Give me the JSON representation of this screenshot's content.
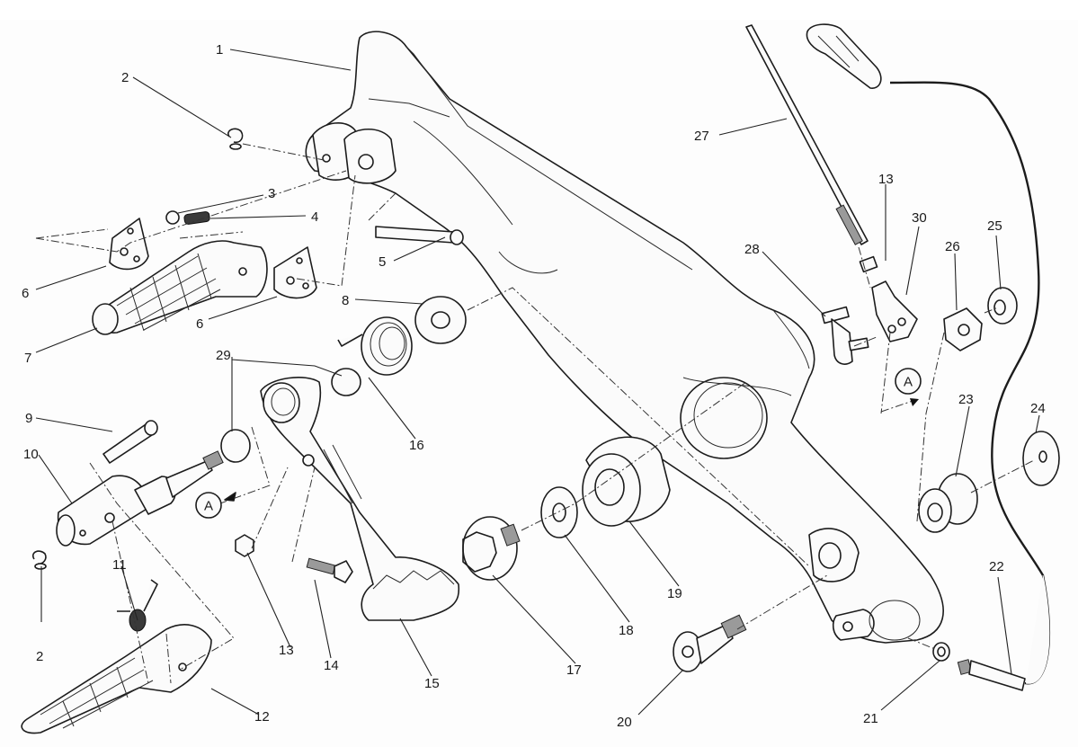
{
  "diagram": {
    "type": "exploded-parts-view",
    "subject": "footrest and gearchange/brake pedal assembly",
    "callouts": [
      {
        "id": "1",
        "label": "1"
      },
      {
        "id": "2a",
        "label": "2"
      },
      {
        "id": "2b",
        "label": "2"
      },
      {
        "id": "3",
        "label": "3"
      },
      {
        "id": "4",
        "label": "4"
      },
      {
        "id": "5",
        "label": "5"
      },
      {
        "id": "6a",
        "label": "6"
      },
      {
        "id": "6b",
        "label": "6"
      },
      {
        "id": "7",
        "label": "7"
      },
      {
        "id": "8",
        "label": "8"
      },
      {
        "id": "9",
        "label": "9"
      },
      {
        "id": "10",
        "label": "10"
      },
      {
        "id": "11",
        "label": "11"
      },
      {
        "id": "12",
        "label": "12"
      },
      {
        "id": "13a",
        "label": "13"
      },
      {
        "id": "13b",
        "label": "13"
      },
      {
        "id": "14",
        "label": "14"
      },
      {
        "id": "15",
        "label": "15"
      },
      {
        "id": "16",
        "label": "16"
      },
      {
        "id": "17",
        "label": "17"
      },
      {
        "id": "18",
        "label": "18"
      },
      {
        "id": "19",
        "label": "19"
      },
      {
        "id": "20",
        "label": "20"
      },
      {
        "id": "21",
        "label": "21"
      },
      {
        "id": "22",
        "label": "22"
      },
      {
        "id": "23",
        "label": "23"
      },
      {
        "id": "24",
        "label": "24"
      },
      {
        "id": "25",
        "label": "25"
      },
      {
        "id": "26",
        "label": "26"
      },
      {
        "id": "27",
        "label": "27"
      },
      {
        "id": "28",
        "label": "28"
      },
      {
        "id": "29",
        "label": "29"
      },
      {
        "id": "30",
        "label": "30"
      }
    ],
    "reference_markers": [
      {
        "id": "A1",
        "label": "A"
      },
      {
        "id": "A2",
        "label": "A"
      }
    ]
  }
}
